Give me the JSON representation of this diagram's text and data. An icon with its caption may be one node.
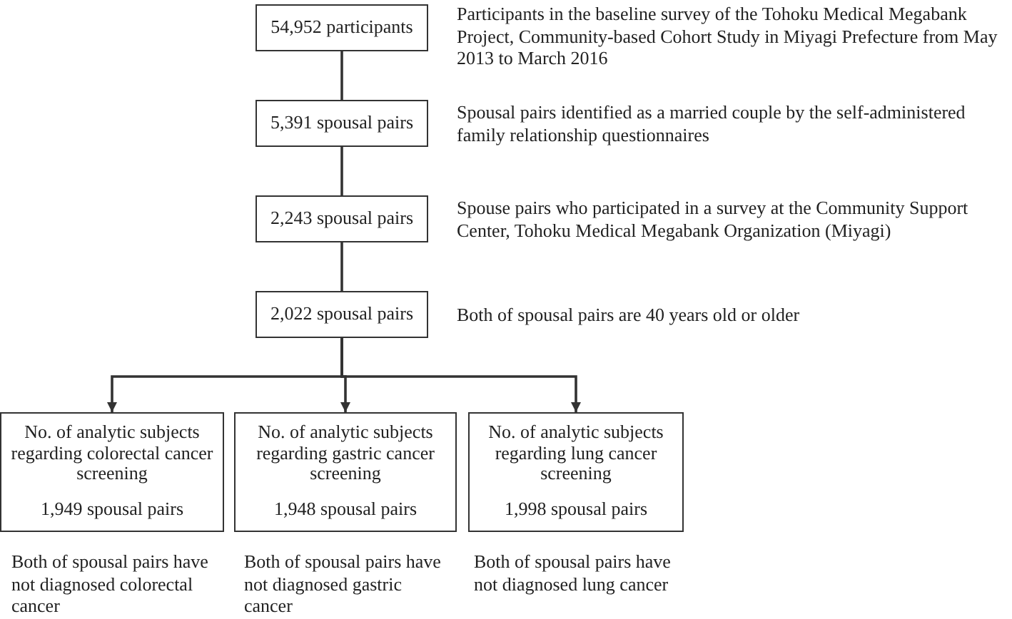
{
  "diagram": {
    "nodes": [
      {
        "text": [
          "54,952 participants"
        ],
        "beside": [
          "Participants in the baseline survey of the Tohoku Medical Megabank Project, Community-based Cohort Study in Miyagi Prefecture from May 2013 to March 2016"
        ]
      },
      {
        "text": [
          "5,391 spousal pairs"
        ],
        "beside": [
          "Spousal pairs identified as a married couple by the self-administered family relationship questionnaires"
        ]
      },
      {
        "text": [
          "2,243 spousal pairs"
        ],
        "beside": [
          "Spouse pairs who participated in a survey at the Community Support Center, Tohoku Medical Megabank Organization (Miyagi)"
        ]
      },
      {
        "text": [
          "2,022 spousal pairs"
        ],
        "beside": [
          "Both of spousal pairs are 40 years old or older"
        ]
      },
      {
        "text": [
          "No. of analytic subjects regarding colorectal cancer screening",
          "1,949 spousal pairs"
        ],
        "beside": [
          "Both of spousal pairs have not diagnosed colorectal cancer"
        ]
      },
      {
        "text": [
          "No. of analytic subjects regarding gastric cancer screening",
          "1,948 spousal pairs"
        ],
        "beside": [
          "Both of spousal pairs have not diagnosed gastric cancer"
        ]
      },
      {
        "text": [
          "No. of analytic subjects regarding lung cancer screening",
          "1,998 spousal pairs"
        ],
        "beside": [
          "Both of spousal pairs have not diagnosed lung cancer"
        ]
      }
    ],
    "edges": [
      {
        "from": 0,
        "to": 1,
        "arrow": "none"
      },
      {
        "from": 1,
        "to": 2,
        "arrow": "none"
      },
      {
        "from": 2,
        "to": 3,
        "arrow": "none"
      },
      {
        "from": 3,
        "to": 4,
        "arrow": "to"
      },
      {
        "from": 3,
        "to": 5,
        "arrow": "to"
      },
      {
        "from": 3,
        "to": 6,
        "arrow": "to"
      }
    ]
  }
}
